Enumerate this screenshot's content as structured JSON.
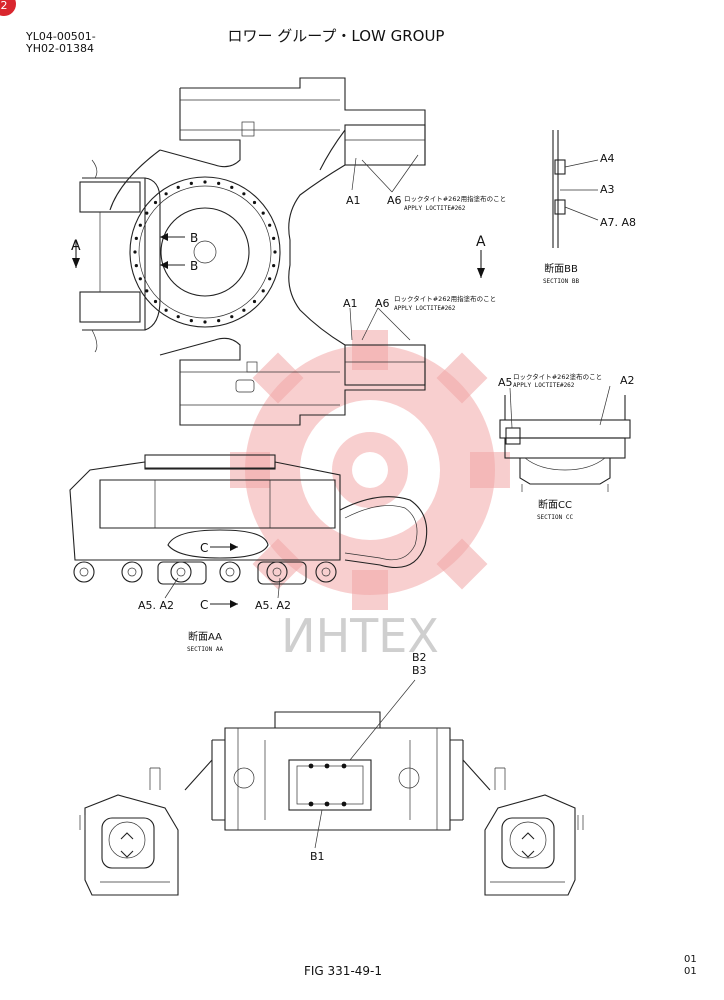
{
  "header": {
    "model_line1": "YL04-00501-",
    "model_line2": "YH02-01384",
    "title": "ロワー グループ・LOW GROUP",
    "badge": "2"
  },
  "watermark": {
    "text": "ИНТЕХ",
    "color": "#f2a7a7"
  },
  "views": {
    "top": {
      "section_a_left": "A",
      "section_a_right": "A",
      "section_b1": "B",
      "section_b2": "B",
      "callout_a1_top": "A1",
      "callout_a6_top": "A6",
      "note_top_jp": "ロックタイト#262用指塗布のこと",
      "note_top_en": "APPLY LOCTITE#262",
      "callout_a1_bottom": "A1",
      "callout_a6_bottom": "A6",
      "note_bottom_jp": "ロックタイト#262用指塗布のこと",
      "note_bottom_en": "APPLY LOCTITE#262"
    },
    "section_bb": {
      "callout_a4": "A4",
      "callout_a3": "A3",
      "callout_a7a8": "A7. A8",
      "label_jp": "断面BB",
      "label_en": "SECTION BB"
    },
    "section_cc": {
      "callout_a5": "A5",
      "callout_a2": "A2",
      "note_jp": "ロックタイト#262塗布のこと",
      "note_en": "APPLY LOCTITE#262",
      "label_jp": "断面CC",
      "label_en": "SECTION CC"
    },
    "section_aa": {
      "section_c_top": "C",
      "section_c_bottom": "C",
      "callout_left": "A5. A2",
      "callout_right": "A5. A2",
      "label_jp": "断面AA",
      "label_en": "SECTION AA"
    },
    "bottom": {
      "callout_b2": "B2",
      "callout_b3": "B3",
      "callout_b1": "B1"
    }
  },
  "footer": {
    "fig": "FIG 331-49-1",
    "page_line1": "01",
    "page_line2": "01"
  }
}
